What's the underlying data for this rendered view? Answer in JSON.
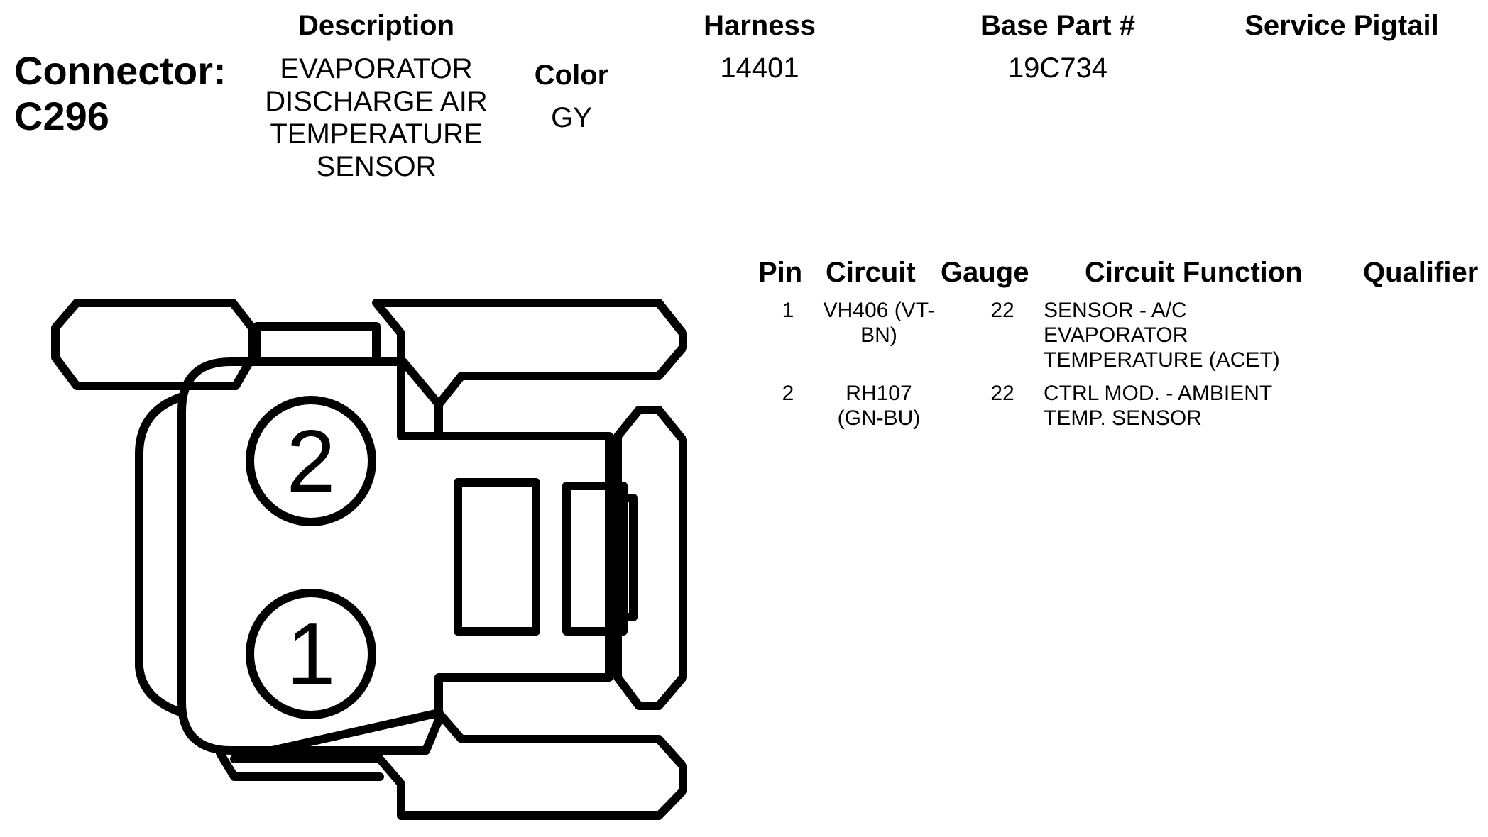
{
  "connector": {
    "label": "Connector:",
    "id": "C296"
  },
  "headers": {
    "description": "Description",
    "color": "Color",
    "harness": "Harness",
    "base_part": "Base Part #",
    "service_pigtail": "Service Pigtail"
  },
  "values": {
    "description_lines": [
      "EVAPORATOR",
      "DISCHARGE AIR",
      "TEMPERATURE",
      "SENSOR"
    ],
    "color": "GY",
    "harness": "14401",
    "base_part": "19C734",
    "service_pigtail": ""
  },
  "pin_table": {
    "columns": [
      "Pin",
      "Circuit",
      "Gauge",
      "Circuit Function",
      "Qualifier"
    ],
    "rows": [
      {
        "pin": "1",
        "circuit_lines": [
          "VH406 (VT-",
          "BN)"
        ],
        "gauge": "22",
        "function_lines": [
          "SENSOR - A/C",
          "EVAPORATOR",
          "TEMPERATURE (ACET)"
        ],
        "qualifier": ""
      },
      {
        "pin": "2",
        "circuit_lines": [
          "RH107",
          "(GN-BU)"
        ],
        "gauge": "22",
        "function_lines": [
          "CTRL MOD. - AMBIENT",
          "TEMP. SENSOR"
        ],
        "qualifier": ""
      }
    ]
  },
  "diagram": {
    "pin_labels": [
      "2",
      "1"
    ]
  }
}
